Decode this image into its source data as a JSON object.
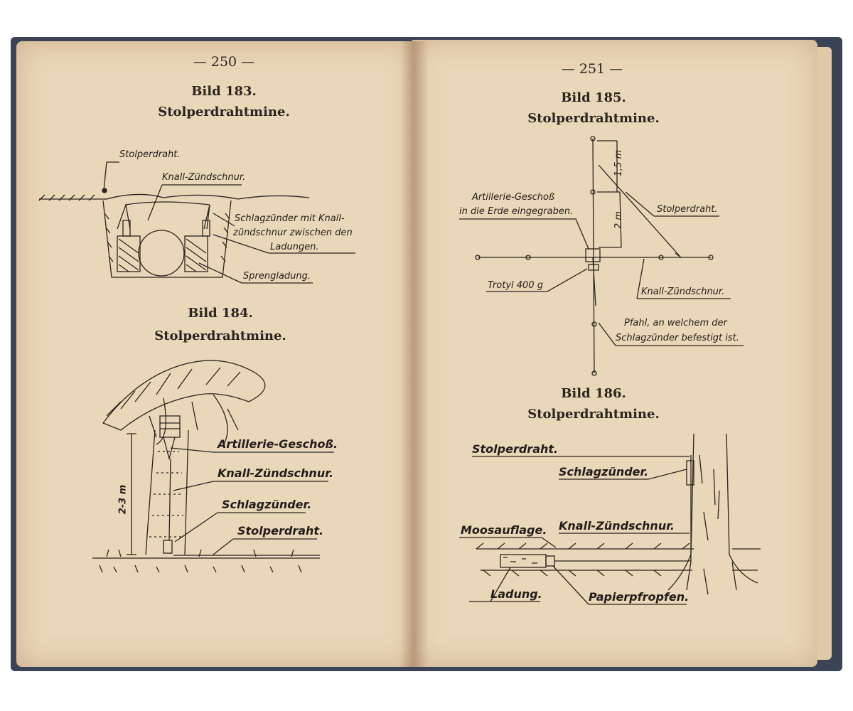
{
  "left_page": {
    "page_number": "— 250 —",
    "fig183": {
      "title": "Bild 183.",
      "caption": "Stolperdrahtmine.",
      "labels": {
        "stolperdraht": "Stolperdraht.",
        "knall": "Knall-Zündschnur.",
        "schlag_line1": "Schlagzünder mit Knall-",
        "schlag_line2": "zündschnur zwischen den",
        "schlag_line3": "Ladungen.",
        "spreng": "Sprengladung."
      }
    },
    "fig184": {
      "title": "Bild 184.",
      "caption": "Stolperdrahtmine.",
      "labels": {
        "geschoss": "Artillerie-Geschoß.",
        "knall": "Knall-Zündschnur.",
        "schlag": "Schlagzünder.",
        "stolper": "Stolperdraht.",
        "height": "2-3 m"
      }
    }
  },
  "right_page": {
    "page_number": "— 251 —",
    "fig185": {
      "title": "Bild 185.",
      "caption": "Stolperdrahtmine.",
      "labels": {
        "artillerie_line1": "Artillerie-Geschoß",
        "artillerie_line2": "in die Erde eingegraben.",
        "stolper": "Stolperdraht.",
        "trotyl": "Trotyl 400 g",
        "knall": "Knall-Zündschnur.",
        "pfahl_line1": "Pfahl, an welchem der",
        "pfahl_line2": "Schlagzünder befestigt ist.",
        "dim_top": "1,5 m",
        "dim_mid": "2 m"
      }
    },
    "fig186": {
      "title": "Bild 186.",
      "caption": "Stolperdrahtmine.",
      "labels": {
        "stolper": "Stolperdraht.",
        "schlag": "Schlagzünder.",
        "moos": "Moosauflage.",
        "knall": "Knall-Zündschnur.",
        "ladung": "Ladung.",
        "papier": "Papierpfropfen."
      }
    }
  }
}
